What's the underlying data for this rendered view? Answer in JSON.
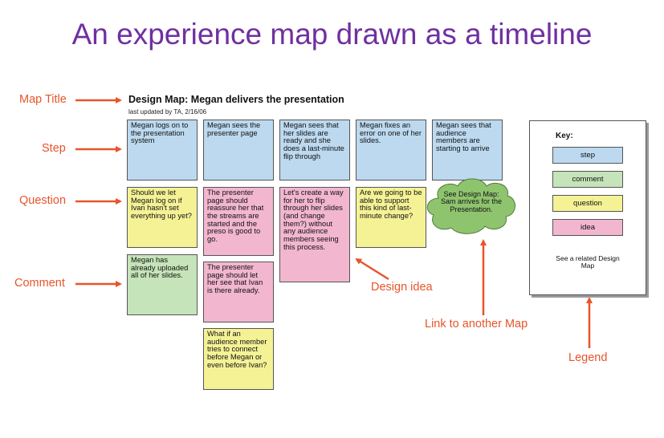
{
  "page_title": "An experience map drawn as a timeline",
  "map": {
    "title": "Design Map: Megan delivers the presentation",
    "subtitle": "last updated by TA, 2/16/06"
  },
  "steps": [
    "Megan logs on to the presentation system",
    "Megan sees the presenter page",
    "Megan sees that her slides are ready and she does a last-minute flip through",
    "Megan fixes an error on one of her slides.",
    "Megan sees that audience members are starting to arrive"
  ],
  "notes": {
    "q1": "Should we let Megan log on if Ivan hasn't set everything up yet?",
    "c1": "Megan has already uploaded all of her slides.",
    "i1": "The presenter page should reassure her that the streams are started and the preso is good to go.",
    "i2": "The presenter page should let her see that Ivan is there already.",
    "q2": "What if an audience member tries to connect before Megan or even before Ivan?",
    "i3": "Let's create a way for her to flip through her slides (and change them?) without any audience members seeing this process.",
    "q3": "Are we going to be able to support this kind of last-minute change?"
  },
  "cloud": "See Design Map: Sam arrives for the Presentation.",
  "legend": {
    "title": "Key:",
    "step": "step",
    "comment": "comment",
    "question": "question",
    "idea": "idea",
    "cloud": "See a related Design Map"
  },
  "callouts": {
    "map_title": "Map Title",
    "step": "Step",
    "question": "Question",
    "comment": "Comment",
    "design_idea": "Design idea",
    "link": "Link to another Map",
    "legend": "Legend"
  },
  "colors": {
    "title": "#7030a0",
    "callout": "#e8542a",
    "step": "#bcd9ef",
    "question": "#f5f296",
    "idea": "#f2b6cf",
    "comment": "#c6e4b9",
    "cloud": "#8fc46f"
  }
}
